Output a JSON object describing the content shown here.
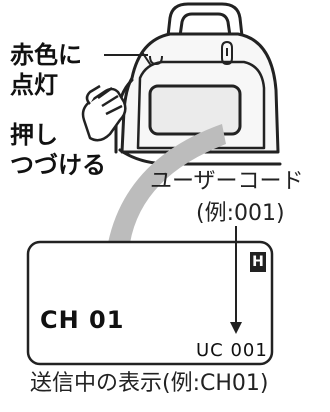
{
  "callouts": {
    "lit": [
      "赤色に",
      "点灯"
    ],
    "press_hold": [
      "押し",
      "つづける"
    ]
  },
  "user_code": {
    "label": "ユーザーコード",
    "example": "(例:001)"
  },
  "lcd": {
    "h_badge": "H",
    "channel": "CH 01",
    "user_code": "UC 001"
  },
  "caption": "送信中の表示(例:CH01)",
  "icons": {
    "device": "transmitter-device-icon",
    "hand": "pressing-hand-icon",
    "led": "led-indicator-icon"
  },
  "colors": {
    "line": "#222222",
    "transmission_band": "#bcbcbc",
    "device_fill": "#f7f7f7",
    "screen_fill": "#ebebeb"
  }
}
